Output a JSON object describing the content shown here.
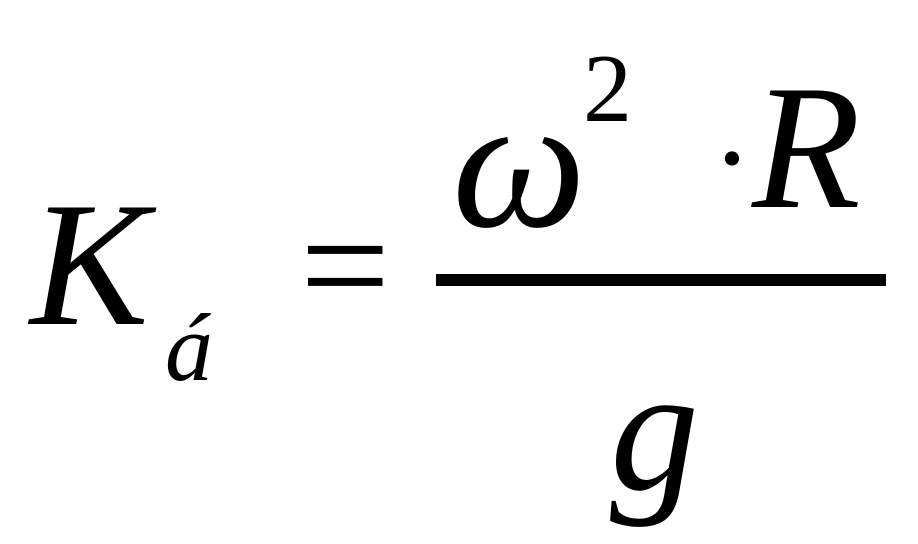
{
  "formula": {
    "lhs_symbol": "K",
    "lhs_subscript": "á",
    "equals": "=",
    "numerator_symbol": "ω",
    "numerator_exponent": "2",
    "numerator_operator": "·",
    "numerator_variable": "R",
    "denominator": "g"
  }
}
